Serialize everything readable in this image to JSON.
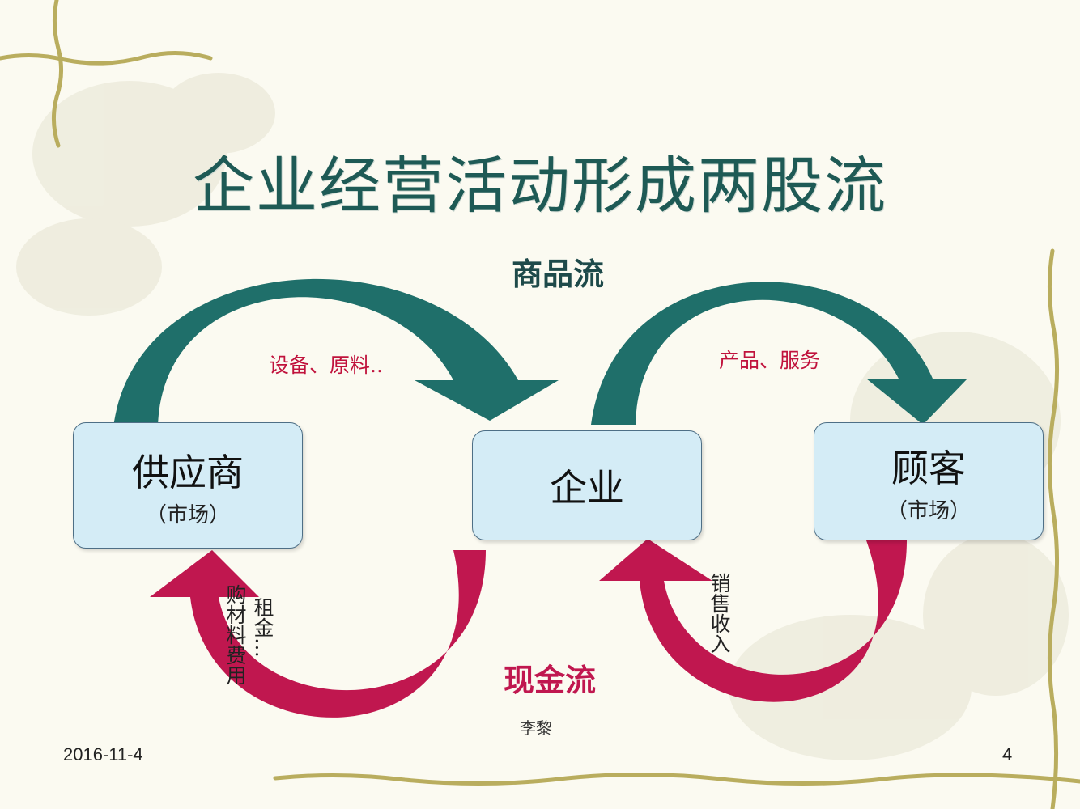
{
  "title": "企业经营活动形成两股流",
  "goods_flow": {
    "label": "商品流",
    "label_supplier_to_enterprise": "设备、原料..",
    "label_enterprise_to_customer": "产品、服务",
    "color": "#1f6f6a"
  },
  "cash_flow": {
    "label": "现金流",
    "label_supplier_line1": "购材料费用",
    "label_supplier_line2": "租金…",
    "label_customer": "销售收入",
    "color": "#c0174f"
  },
  "nodes": {
    "supplier": {
      "name": "供应商",
      "sub": "（市场）"
    },
    "enterprise": {
      "name": "企业"
    },
    "customer": {
      "name": "顾客",
      "sub": "（市场）"
    }
  },
  "footer": {
    "date": "2016-11-4",
    "author": "李黎",
    "page": "4"
  }
}
